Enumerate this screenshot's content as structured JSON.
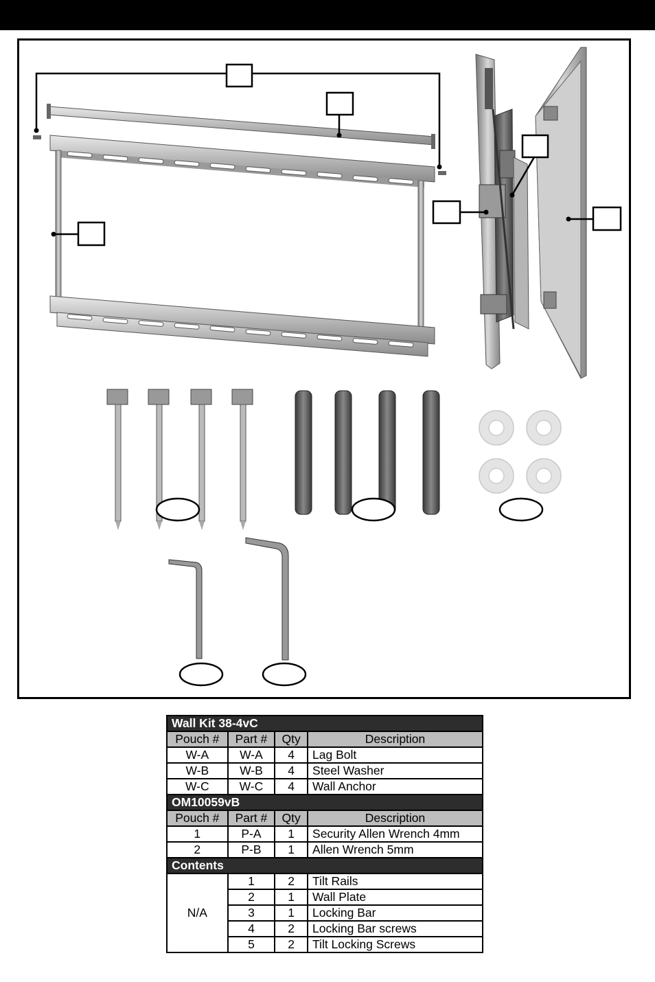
{
  "wall_kit": {
    "title": "Wall Kit 38-4vC",
    "headers": [
      "Pouch #",
      "Part #",
      "Qty",
      "Description"
    ],
    "rows": [
      {
        "pouch": "W-A",
        "part": "W-A",
        "qty": "4",
        "desc": "Lag Bolt"
      },
      {
        "pouch": "W-B",
        "part": "W-B",
        "qty": "4",
        "desc": "Steel Washer"
      },
      {
        "pouch": "W-C",
        "part": "W-C",
        "qty": "4",
        "desc": "Wall Anchor"
      }
    ]
  },
  "om_kit": {
    "title": "OM10059vB",
    "headers": [
      "Pouch #",
      "Part #",
      "Qty",
      "Description"
    ],
    "rows": [
      {
        "pouch": "1",
        "part": "P-A",
        "qty": "1",
        "desc": "Security Allen Wrench 4mm"
      },
      {
        "pouch": "2",
        "part": "P-B",
        "qty": "1",
        "desc": "Allen Wrench 5mm"
      }
    ]
  },
  "contents": {
    "title": "Contents",
    "pouch": "N/A",
    "rows": [
      {
        "part": "1",
        "qty": "2",
        "desc": "Tilt Rails"
      },
      {
        "part": "2",
        "qty": "1",
        "desc": "Wall Plate"
      },
      {
        "part": "3",
        "qty": "1",
        "desc": "Locking Bar"
      },
      {
        "part": "4",
        "qty": "2",
        "desc": "Locking Bar screws"
      },
      {
        "part": "5",
        "qty": "2",
        "desc": "Tilt Locking Screws"
      }
    ]
  }
}
